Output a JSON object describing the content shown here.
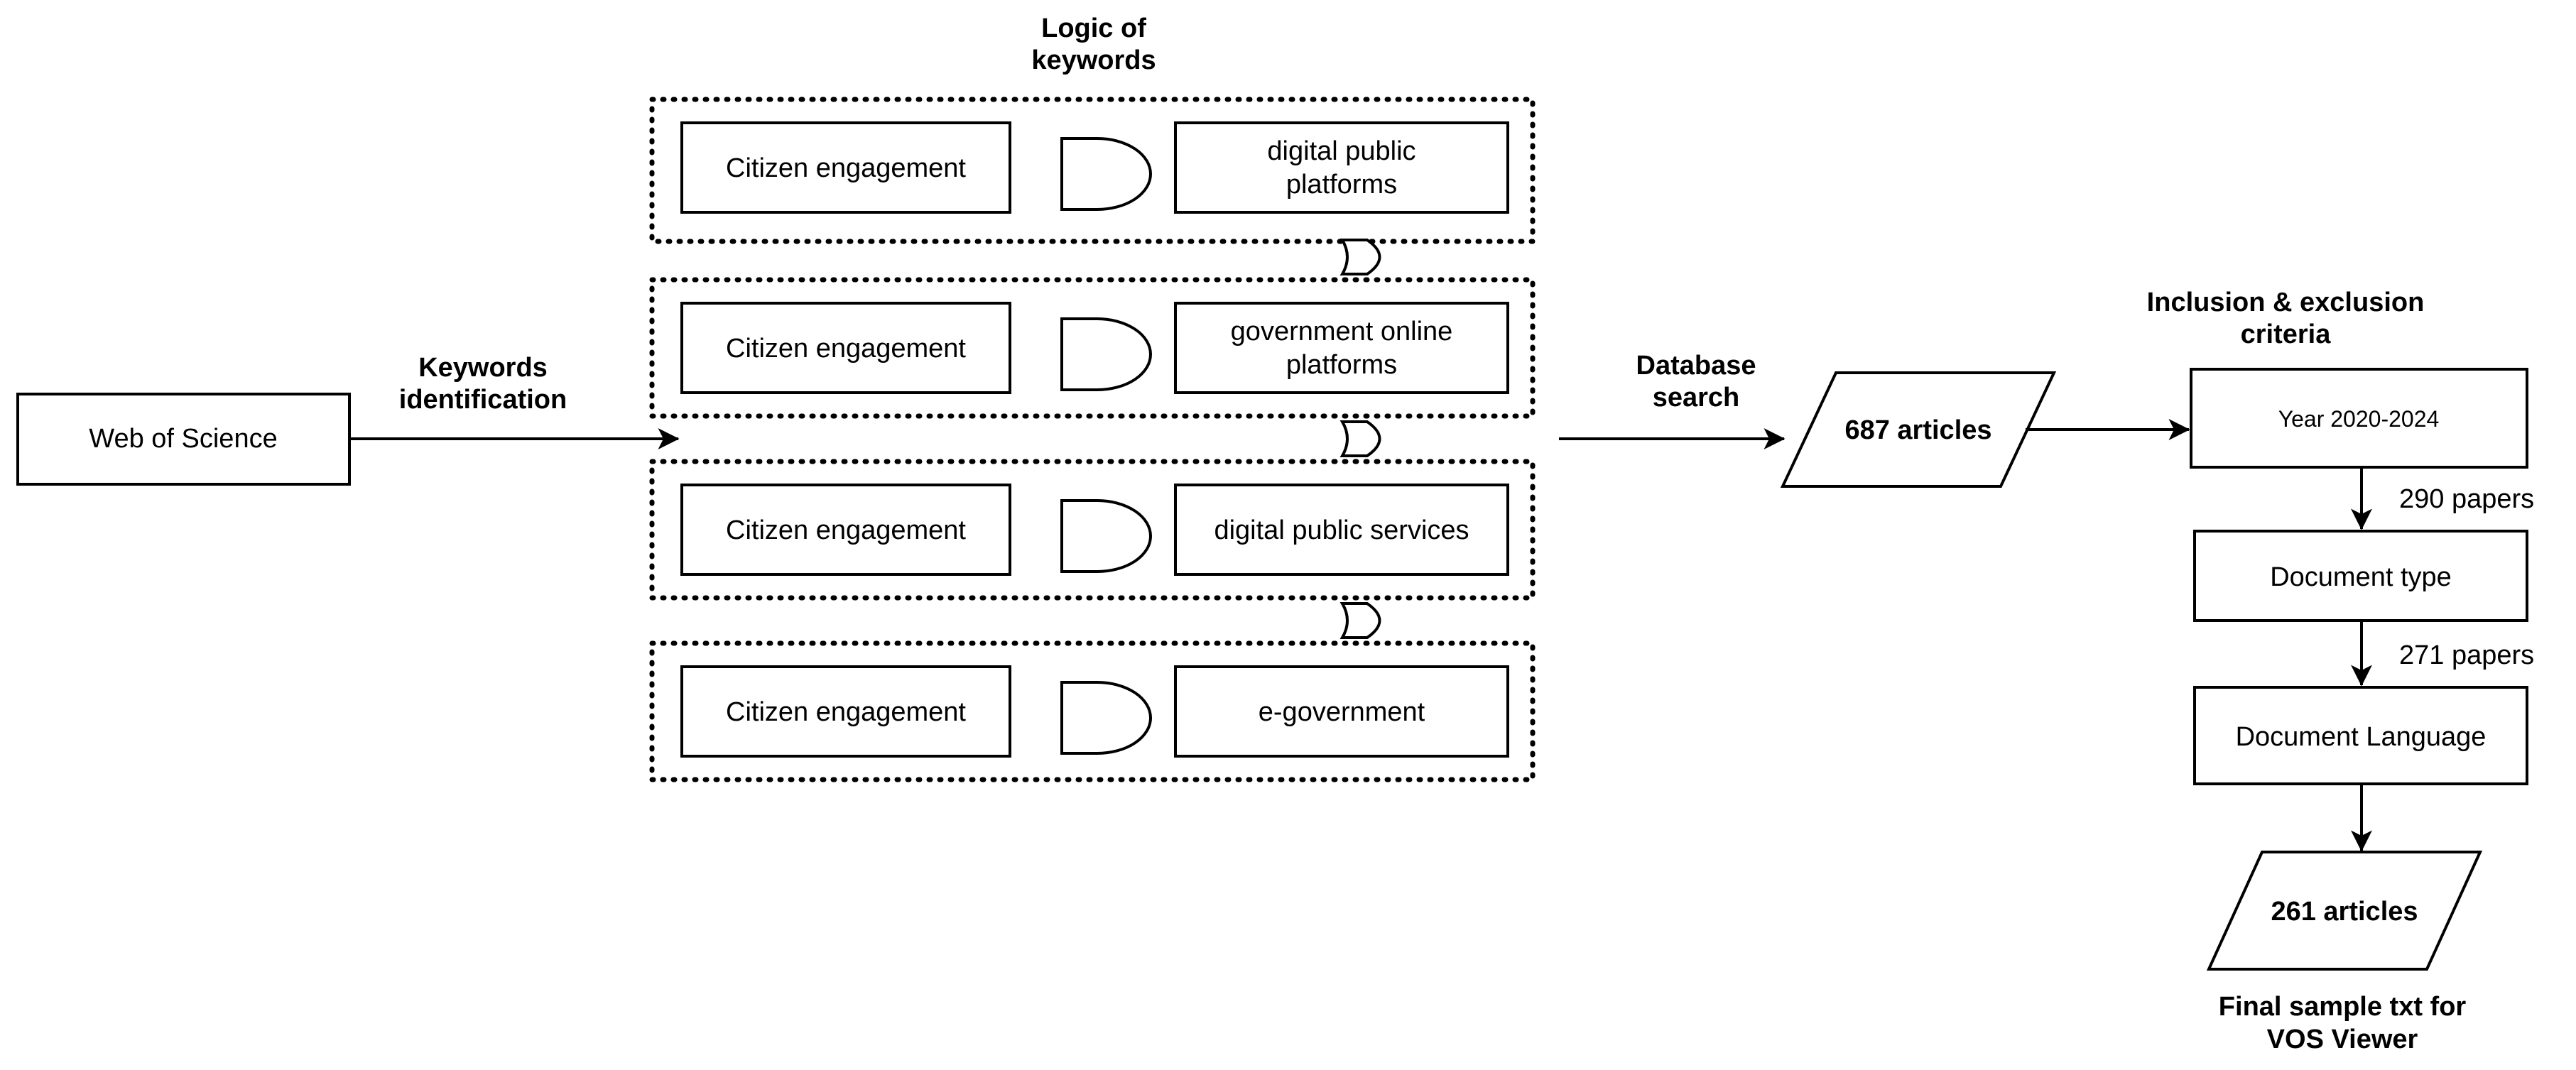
{
  "source": {
    "label": "Web of Science"
  },
  "keywords_identification": {
    "line1": "Keywords",
    "line2": "identification"
  },
  "logic_title": {
    "line1": "Logic of",
    "line2": "keywords"
  },
  "rows": [
    {
      "left": "Citizen engagement",
      "right_line1": "digital public",
      "right_line2": "platforms"
    },
    {
      "left": "Citizen engagement",
      "right_line1": "government online",
      "right_line2": "platforms"
    },
    {
      "left": "Citizen engagement",
      "right_line1": "digital public services",
      "right_line2": ""
    },
    {
      "left": "Citizen engagement",
      "right_line1": "e-government",
      "right_line2": ""
    }
  ],
  "database_search": {
    "line1": "Database",
    "line2": "search"
  },
  "articles_found": "687 articles",
  "criteria_title": {
    "line1": "Inclusion & exclusion",
    "line2": "criteria"
  },
  "filters": [
    {
      "label": "Year 2020-2024",
      "after": "290 papers"
    },
    {
      "label": "Document type",
      "after": "271 papers"
    },
    {
      "label": "Document Language",
      "after": ""
    }
  ],
  "final_articles": "261 articles",
  "final_caption": {
    "line1": "Final sample txt for",
    "line2": "VOS Viewer"
  },
  "colors": {
    "stroke": "#000000",
    "background": "#ffffff"
  }
}
